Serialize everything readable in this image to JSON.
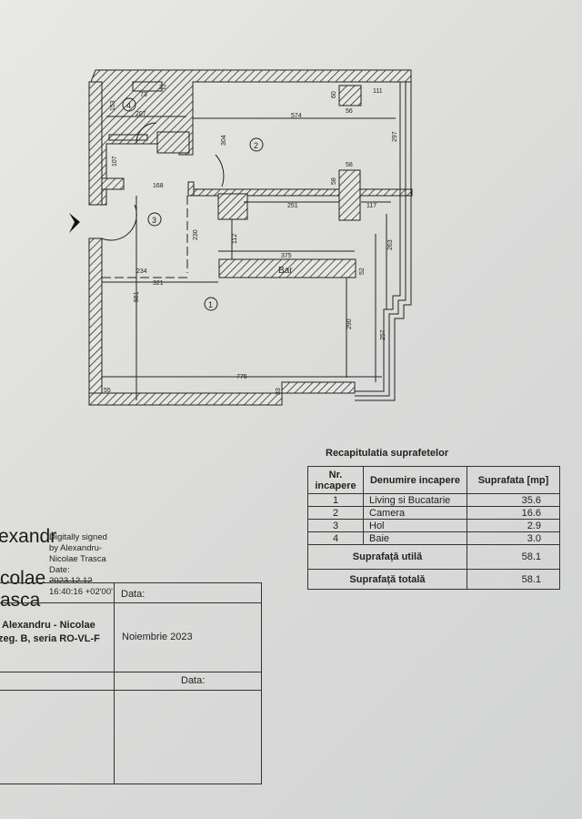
{
  "plan": {
    "room_numbers": [
      "1",
      "2",
      "3",
      "4"
    ],
    "bar_label": "Bar",
    "dimensions": [
      "73",
      "22",
      "153",
      "207",
      "107",
      "168",
      "304",
      "574",
      "60",
      "111",
      "56",
      "297",
      "58",
      "58",
      "251",
      "117",
      "230",
      "112",
      "375",
      "52",
      "263",
      "234",
      "321",
      "561",
      "290",
      "257",
      "775",
      "55",
      "33"
    ]
  },
  "recap": {
    "title": "Recapitulatia suprafetelor",
    "headers": [
      "Nr. incapere",
      "Denumire incapere",
      "Suprafata [mp]"
    ],
    "rows": [
      {
        "nr": "1",
        "name": "Living si Bucatarie",
        "area": "35.6"
      },
      {
        "nr": "2",
        "name": "Camera",
        "area": "16.6"
      },
      {
        "nr": "3",
        "name": "Hol",
        "area": "2.9"
      },
      {
        "nr": "4",
        "name": "Baie",
        "area": "3.0"
      }
    ],
    "util_label": "Suprafață utilă",
    "util_value": "58.1",
    "total_label": "Suprafață totală",
    "total_value": "58.1"
  },
  "signature": {
    "name_line1": "exandr",
    "name_line2": "colae",
    "name_line3": "asca",
    "text1": "Digitally signed",
    "text2": "by Alexandru-",
    "text3": "Nicolae Trasca",
    "text4": "Date:",
    "text5": "2023.12.12",
    "text6": "16:40:16 +02'00'"
  },
  "stamp_box": {
    "data_label_1": "Data:",
    "author_line1": "Alexandru - Nicolae",
    "author_line2": "zeg. B, seria RO-VL-F",
    "date_value": "Noiembrie 2023",
    "data_label_2": "Data:"
  }
}
